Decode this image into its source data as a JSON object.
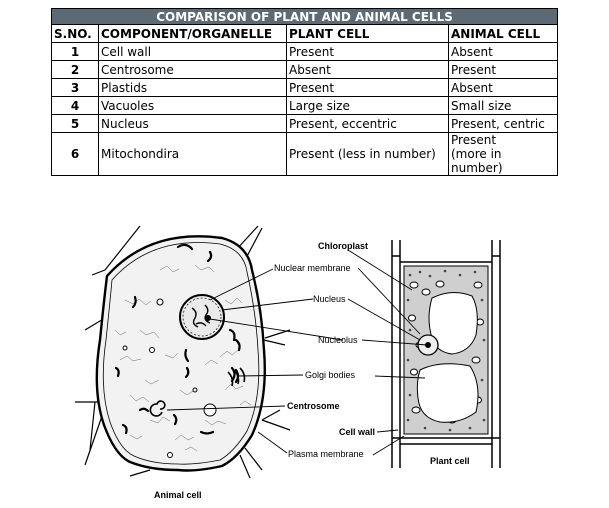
{
  "table": {
    "title": "COMPARISON OF PLANT AND ANIMAL CELLS",
    "headers": [
      "S.NO.",
      "COMPONENT/ORGANELLE",
      "PLANT CELL",
      "ANIMAL CELL"
    ],
    "rows": [
      {
        "sno": "1",
        "component": "Cell wall",
        "plant": "Present",
        "animal": "Absent"
      },
      {
        "sno": "2",
        "component": "Centrosome",
        "plant": "Absent",
        "animal": "Present"
      },
      {
        "sno": "3",
        "component": "Plastids",
        "plant": "Present",
        "animal": "Absent"
      },
      {
        "sno": "4",
        "component": "Vacuoles",
        "plant": "Large size",
        "animal": "Small size"
      },
      {
        "sno": "5",
        "component": "Nucleus",
        "plant": "Present, eccentric",
        "animal": "Present, centric"
      },
      {
        "sno": "6",
        "component": "Mitochondira",
        "plant": "Present (less in number)",
        "animal_line1": "Present",
        "animal_line2": "(more in number)"
      }
    ]
  },
  "diagram": {
    "labels": {
      "chloroplast": "Chloroplast",
      "nuclear_membrane": "Nuclear membrane",
      "nucleus": "Nucleus",
      "nucleolus": "Nucleolus",
      "golgi_bodies": "Golgi bodies",
      "centrosome": "Centrosome",
      "cell_wall": "Cell wall",
      "plasma_membrane": "Plasma membrane",
      "plant_cell": "Plant cell",
      "animal_cell": "Animal cell"
    }
  }
}
